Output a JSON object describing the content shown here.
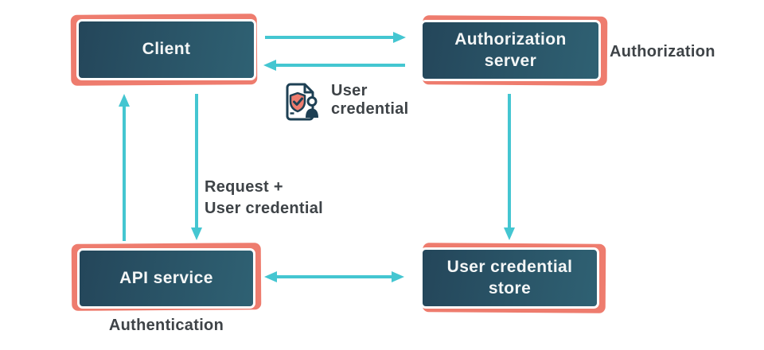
{
  "colors": {
    "background": "#ffffff",
    "node-fill-start": "#24465a",
    "node-fill-end": "#2f6173",
    "node-border": "#ffffff",
    "node-shadow": "#ee7c6e",
    "node-text": "#f4f6f6",
    "arrow": "#44c6d1",
    "label-gray": "#3e4347",
    "icon-stroke": "#1e4054",
    "icon-shield": "#ee7c6e"
  },
  "nodes": {
    "client": {
      "label": "Client"
    },
    "auth_server": {
      "label": "Authorization\nserver"
    },
    "api_service": {
      "label": "API service"
    },
    "cred_store": {
      "label": "User credential\nstore"
    }
  },
  "annotations": {
    "authorization": "Authorization",
    "authentication": "Authentication",
    "user_credential": "User\ncredential",
    "request": "Request +\nUser credential"
  },
  "icons": {
    "user_credential": "user-credential-document-icon"
  }
}
